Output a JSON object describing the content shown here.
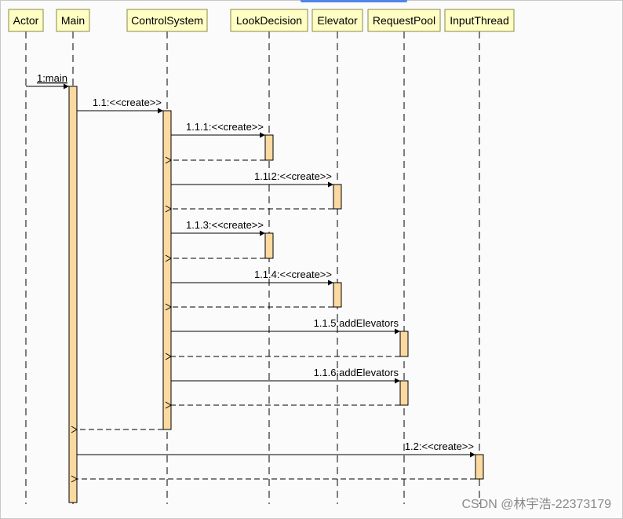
{
  "diagram": {
    "participants": [
      {
        "id": "actor",
        "name": "Actor"
      },
      {
        "id": "main",
        "name": "Main"
      },
      {
        "id": "control",
        "name": "ControlSystem"
      },
      {
        "id": "look",
        "name": "LookDecision"
      },
      {
        "id": "elevator",
        "name": "Elevator"
      },
      {
        "id": "pool",
        "name": "RequestPool"
      },
      {
        "id": "input",
        "name": "InputThread"
      }
    ],
    "messages": [
      {
        "label": "1:main",
        "from": "actor",
        "to": "main",
        "kind": "call",
        "underline": true
      },
      {
        "label": "1.1:<<create>>",
        "from": "main",
        "to": "control",
        "kind": "call"
      },
      {
        "label": "1.1.1:<<create>>",
        "from": "control",
        "to": "look",
        "kind": "call"
      },
      {
        "label": "",
        "from": "look",
        "to": "control",
        "kind": "return"
      },
      {
        "label": "1.1.2:<<create>>",
        "from": "control",
        "to": "elevator",
        "kind": "call"
      },
      {
        "label": "",
        "from": "elevator",
        "to": "control",
        "kind": "return"
      },
      {
        "label": "1.1.3:<<create>>",
        "from": "control",
        "to": "look",
        "kind": "call"
      },
      {
        "label": "",
        "from": "look",
        "to": "control",
        "kind": "return"
      },
      {
        "label": "1.1.4:<<create>>",
        "from": "control",
        "to": "elevator",
        "kind": "call"
      },
      {
        "label": "",
        "from": "elevator",
        "to": "control",
        "kind": "return"
      },
      {
        "label": "1.1.5:addElevators",
        "from": "control",
        "to": "pool",
        "kind": "call"
      },
      {
        "label": "",
        "from": "pool",
        "to": "control",
        "kind": "return"
      },
      {
        "label": "1.1.6:addElevators",
        "from": "control",
        "to": "pool",
        "kind": "call"
      },
      {
        "label": "",
        "from": "pool",
        "to": "control",
        "kind": "return"
      },
      {
        "label": "",
        "from": "control",
        "to": "main",
        "kind": "return"
      },
      {
        "label": "1.2:<<create>>",
        "from": "main",
        "to": "input",
        "kind": "call"
      },
      {
        "label": "",
        "from": "input",
        "to": "main",
        "kind": "return"
      }
    ],
    "colors": {
      "header_fill": "#ffffc4",
      "header_border": "#8a8a4a",
      "activation_fill": "#fcd9a0",
      "line": "#000000"
    }
  },
  "watermark": "CSDN @林宇浩-22373179"
}
